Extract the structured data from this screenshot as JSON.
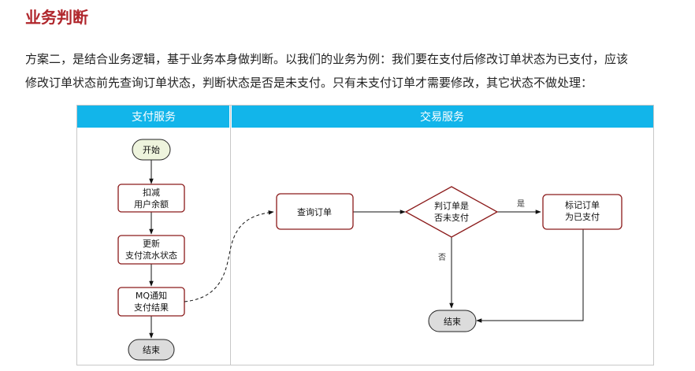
{
  "article": {
    "title": "业务判断",
    "paragraph_line1": "方案二，是结合业务逻辑，基于业务本身做判断。以我们的业务为例：我们要在支付后修改订单状态为已支付，应该",
    "paragraph_line2": "修改订单状态前先查询订单状态，判断状态是否是未支付。只有未支付订单才需要修改，其它状态不做处理："
  },
  "diagram": {
    "colors": {
      "lane_header": "#12b5ea",
      "node_border": "#8b1a1a",
      "start_fill": "#eef4dd",
      "end_fill": "#dcdcdc"
    },
    "lanes": {
      "payment": "支付服务",
      "trade": "交易服务"
    },
    "payment_nodes": {
      "start": "开始",
      "deduct_l1": "扣减",
      "deduct_l2": "用户余额",
      "update_l1": "更新",
      "update_l2": "支付流水状态",
      "mq_l1": "MQ通知",
      "mq_l2": "支付结果",
      "end": "结束"
    },
    "trade_nodes": {
      "query": "查询订单",
      "decision_l1": "判订单是",
      "decision_l2": "否未支付",
      "mark_l1": "标记订单",
      "mark_l2": "为已支付",
      "end": "结束"
    },
    "edge_labels": {
      "yes": "是",
      "no": "否"
    }
  }
}
